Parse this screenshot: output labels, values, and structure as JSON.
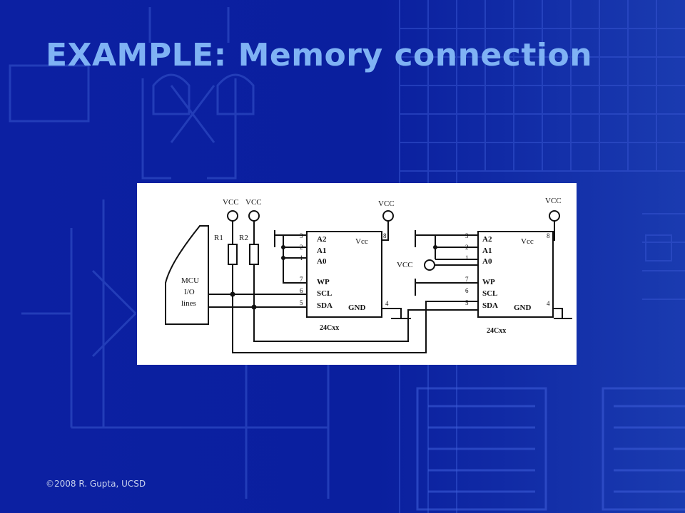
{
  "slide": {
    "title": "EXAMPLE: Memory connection",
    "footer": "©2008 R. Gupta, UCSD"
  },
  "schematic": {
    "mcu_lines": [
      "MCU",
      "I/O",
      "lines"
    ],
    "vcc_label": "VCC",
    "resistors": [
      "R1",
      "R2"
    ],
    "chips": [
      {
        "part": "24Cxx",
        "pins_left": [
          "A2",
          "A1",
          "A0",
          "WP",
          "SCL",
          "SDA"
        ],
        "pin_numbers_left": [
          "3",
          "2",
          "1",
          "7",
          "6",
          "5"
        ],
        "vcc": "Vcc",
        "vcc_pin": "8",
        "gnd": "GND",
        "gnd_pin": "4"
      },
      {
        "part": "24Cxx",
        "pins_left": [
          "A2",
          "A1",
          "A0",
          "WP",
          "SCL",
          "SDA"
        ],
        "pin_numbers_left": [
          "3",
          "2",
          "1",
          "7",
          "6",
          "5"
        ],
        "vcc": "Vcc",
        "vcc_pin": "8",
        "gnd": "GND",
        "gnd_pin": "4"
      }
    ]
  }
}
